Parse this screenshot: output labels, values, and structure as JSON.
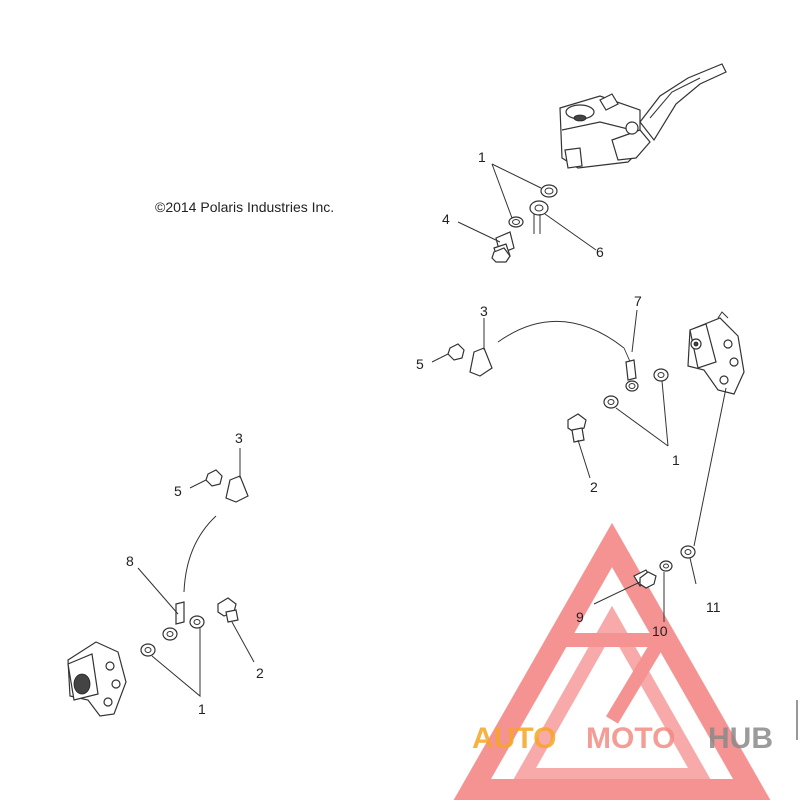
{
  "copyright": "©2014 Polaris Industries Inc.",
  "callouts": {
    "top_1": "1",
    "top_4": "4",
    "top_6": "6",
    "right_3": "3",
    "right_5": "5",
    "right_7": "7",
    "right_1": "1",
    "right_2": "2",
    "right_9": "9",
    "right_10": "10",
    "right_11": "11",
    "left_3": "3",
    "left_5": "5",
    "left_8": "8",
    "left_1": "1",
    "left_2": "2"
  },
  "watermark": {
    "part1": "AUTO",
    "part2": "MOTO",
    "part3": "HUB",
    "colors": {
      "auto": "#f5a623",
      "moto": "#f28b82",
      "hub": "#8a8a8a",
      "triangle": "#ee3b3b"
    }
  }
}
